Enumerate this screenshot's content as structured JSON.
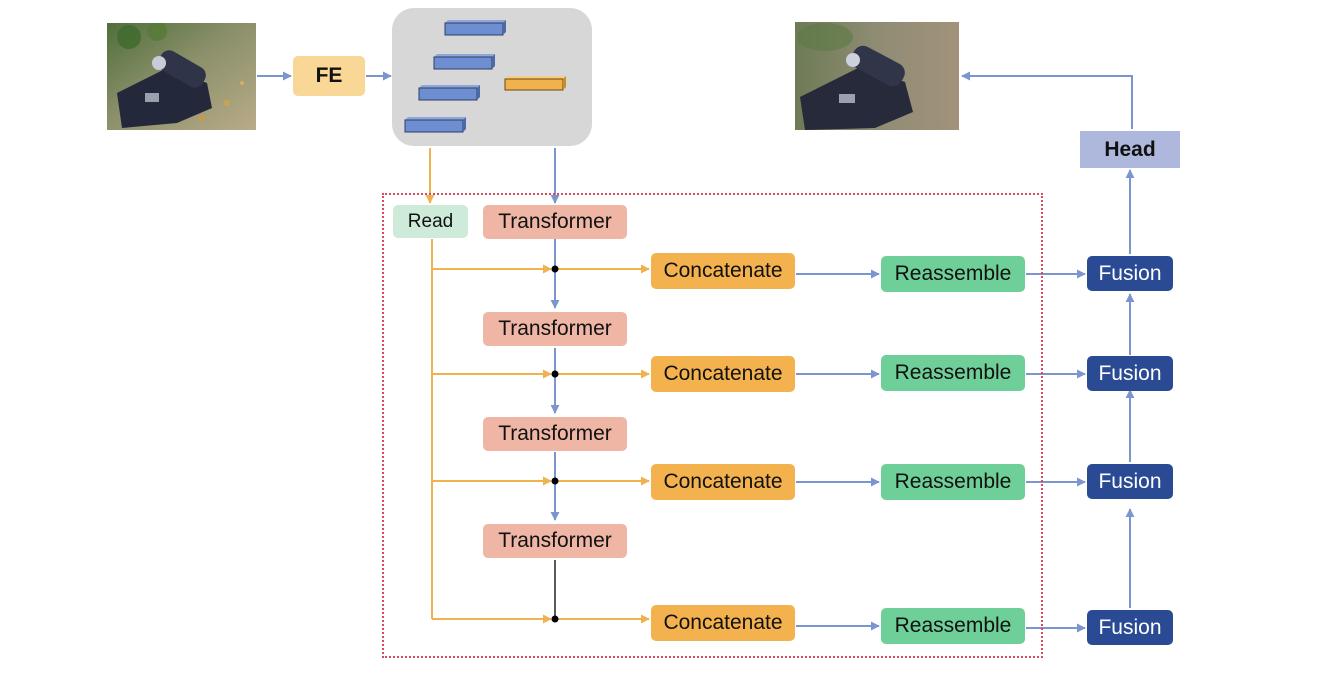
{
  "nodes": {
    "fe": "FE",
    "read": "Read",
    "head": "Head",
    "transformers": [
      "Transformer",
      "Transformer",
      "Transformer",
      "Transformer"
    ],
    "concatenates": [
      "Concatenate",
      "Concatenate",
      "Concatenate",
      "Concatenate"
    ],
    "reassembles": [
      "Reassemble",
      "Reassemble",
      "Reassemble",
      "Reassemble"
    ],
    "fusions": [
      "Fusion",
      "Fusion",
      "Fusion",
      "Fusion"
    ]
  },
  "colors": {
    "blue_arrow": "#7b96cf",
    "orange_arrow": "#f0b24e",
    "fe": "#f9d796",
    "read": "#cdebd8",
    "transformer": "#efb6a6",
    "concatenate": "#f4b24e",
    "reassemble": "#6fcf98",
    "fusion": "#2a4a93",
    "head": "#adb8dc",
    "feature_panel": "#d7d7d7",
    "region_border": "#d64a5e"
  },
  "images": {
    "input": "photo-input-bike-handle",
    "output": "photo-output-depth-prediction"
  }
}
